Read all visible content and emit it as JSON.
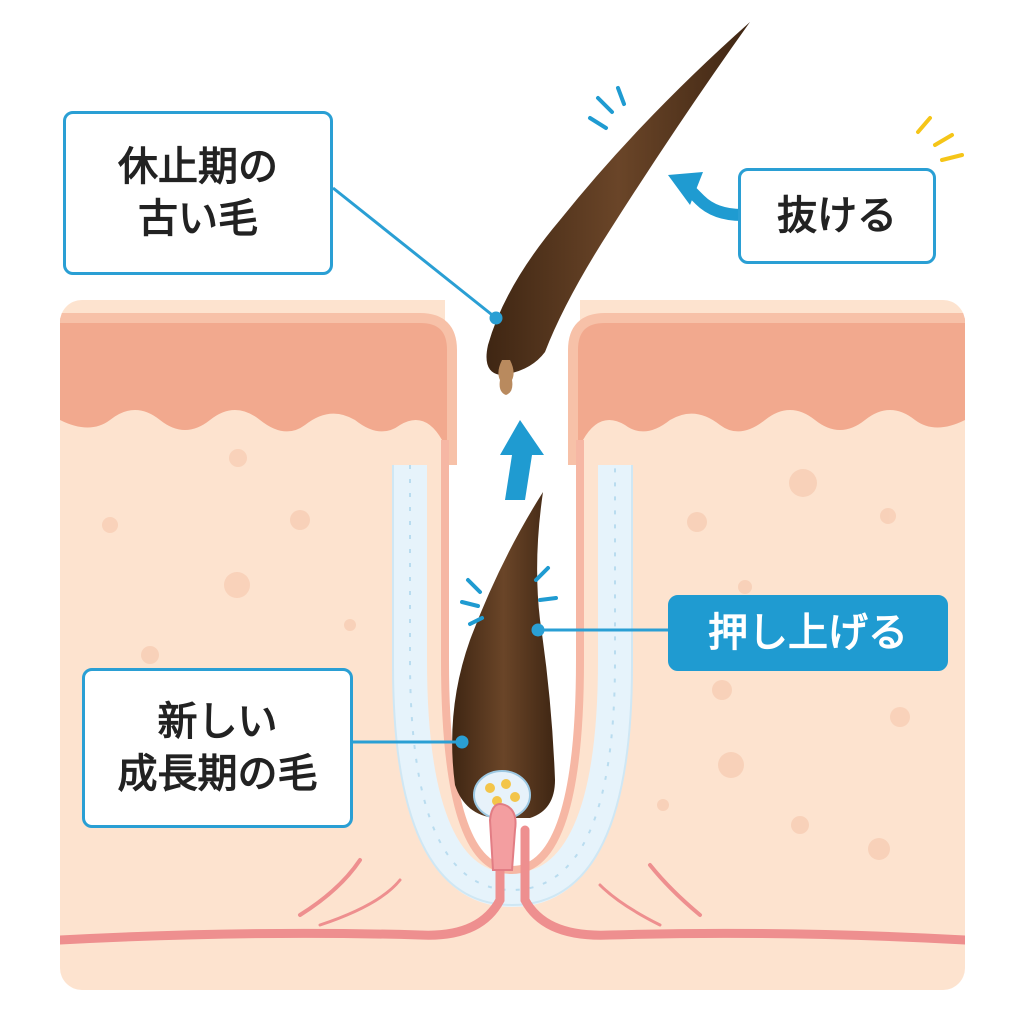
{
  "labels": {
    "old_hair": {
      "lines": [
        "休止期の",
        "古い毛"
      ]
    },
    "falls_out": {
      "text": "抜ける"
    },
    "push_up": {
      "text": "押し上げる"
    },
    "new_hair": {
      "lines": [
        "新しい",
        "成長期の毛"
      ]
    }
  },
  "colors": {
    "accent": "#2a9fd4",
    "accent_fill": "#1f9bd1",
    "skin_epidermis": "#f2a98e",
    "skin_dermis": "#fde3cf",
    "hair": "#5a3a22",
    "vessel": "#ee8f8f",
    "sheath": "#e6f3fb",
    "spark_yellow": "#f5c518"
  },
  "icons": [
    "arrow-up-icon",
    "curved-arrow-icon",
    "motion-sparks-icon"
  ]
}
